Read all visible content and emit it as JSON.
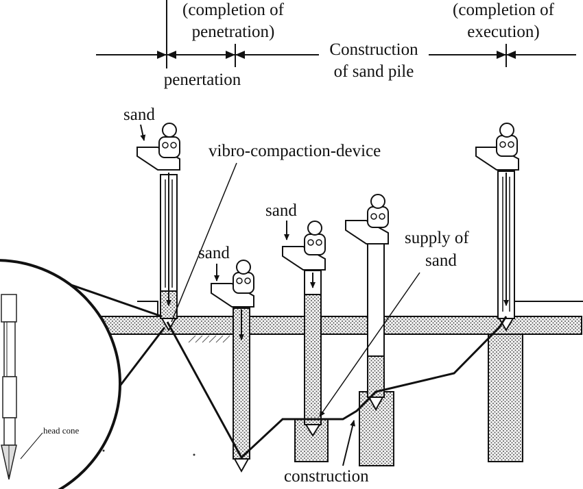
{
  "timeline": {
    "completion_penetration": [
      "(completion of",
      "penetration)"
    ],
    "completion_execution": [
      "(completion of",
      "execution)"
    ],
    "construction_sand_pile": [
      "Construction",
      "of sand pile"
    ],
    "penetration": "penertation"
  },
  "labels": {
    "sand": "sand",
    "vibro_device": "vibro-compaction-device",
    "supply_of_sand": [
      "supply of",
      "sand"
    ],
    "head_cone": "head cone",
    "construction": "construction"
  },
  "colors": {
    "ink": "#111111",
    "dot_fill": "#8a8a8a",
    "background": "#ffffff"
  }
}
